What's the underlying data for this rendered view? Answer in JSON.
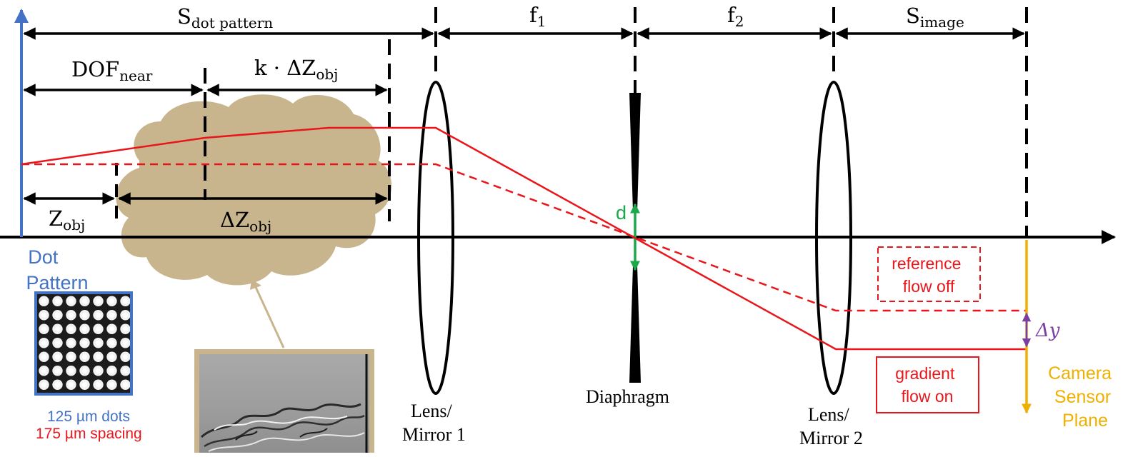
{
  "colors": {
    "black": "#000000",
    "blue": "#4472c4",
    "red": "#e8161b",
    "green": "#1aa84b",
    "orange": "#f0b000",
    "purple": "#7a3fa0",
    "cloud": "#c9b58d",
    "inset_frame": "#c9b58d"
  },
  "dimensions": {
    "s_dot_pattern": {
      "main": "S",
      "sub": "dot pattern"
    },
    "f1": {
      "main": "f",
      "sub": "1"
    },
    "f2": {
      "main": "f",
      "sub": "2"
    },
    "s_image": {
      "main": "S",
      "sub": "image"
    },
    "dof_near": {
      "main": "DOF",
      "sub": "near"
    },
    "k_delta_z_obj": {
      "main": "k · ΔZ",
      "sub": "obj"
    },
    "z_obj": {
      "main": "Z",
      "sub": "obj"
    },
    "delta_z_obj": {
      "main": "ΔZ",
      "sub": "obj"
    },
    "aperture_d": "d",
    "delta_y": "Δy"
  },
  "labels": {
    "dot_pattern": [
      "Dot",
      "Pattern"
    ],
    "dots_size": "125 µm dots",
    "dots_spacing": "175 µm spacing",
    "lens1": [
      "Lens/",
      "Mirror 1"
    ],
    "diaphragm": "Diaphragm",
    "lens2": [
      "Lens/",
      "Mirror 2"
    ],
    "camera": [
      "Camera",
      "Sensor",
      "Plane"
    ],
    "reference_box": [
      "reference",
      "flow off"
    ],
    "gradient_box": [
      "gradient",
      "flow on"
    ]
  },
  "icons": {
    "dot_pattern_image": "dot-grid-icon",
    "schlieren_inset_image": "schlieren-image-icon",
    "density_cloud": "cloud-shape"
  }
}
